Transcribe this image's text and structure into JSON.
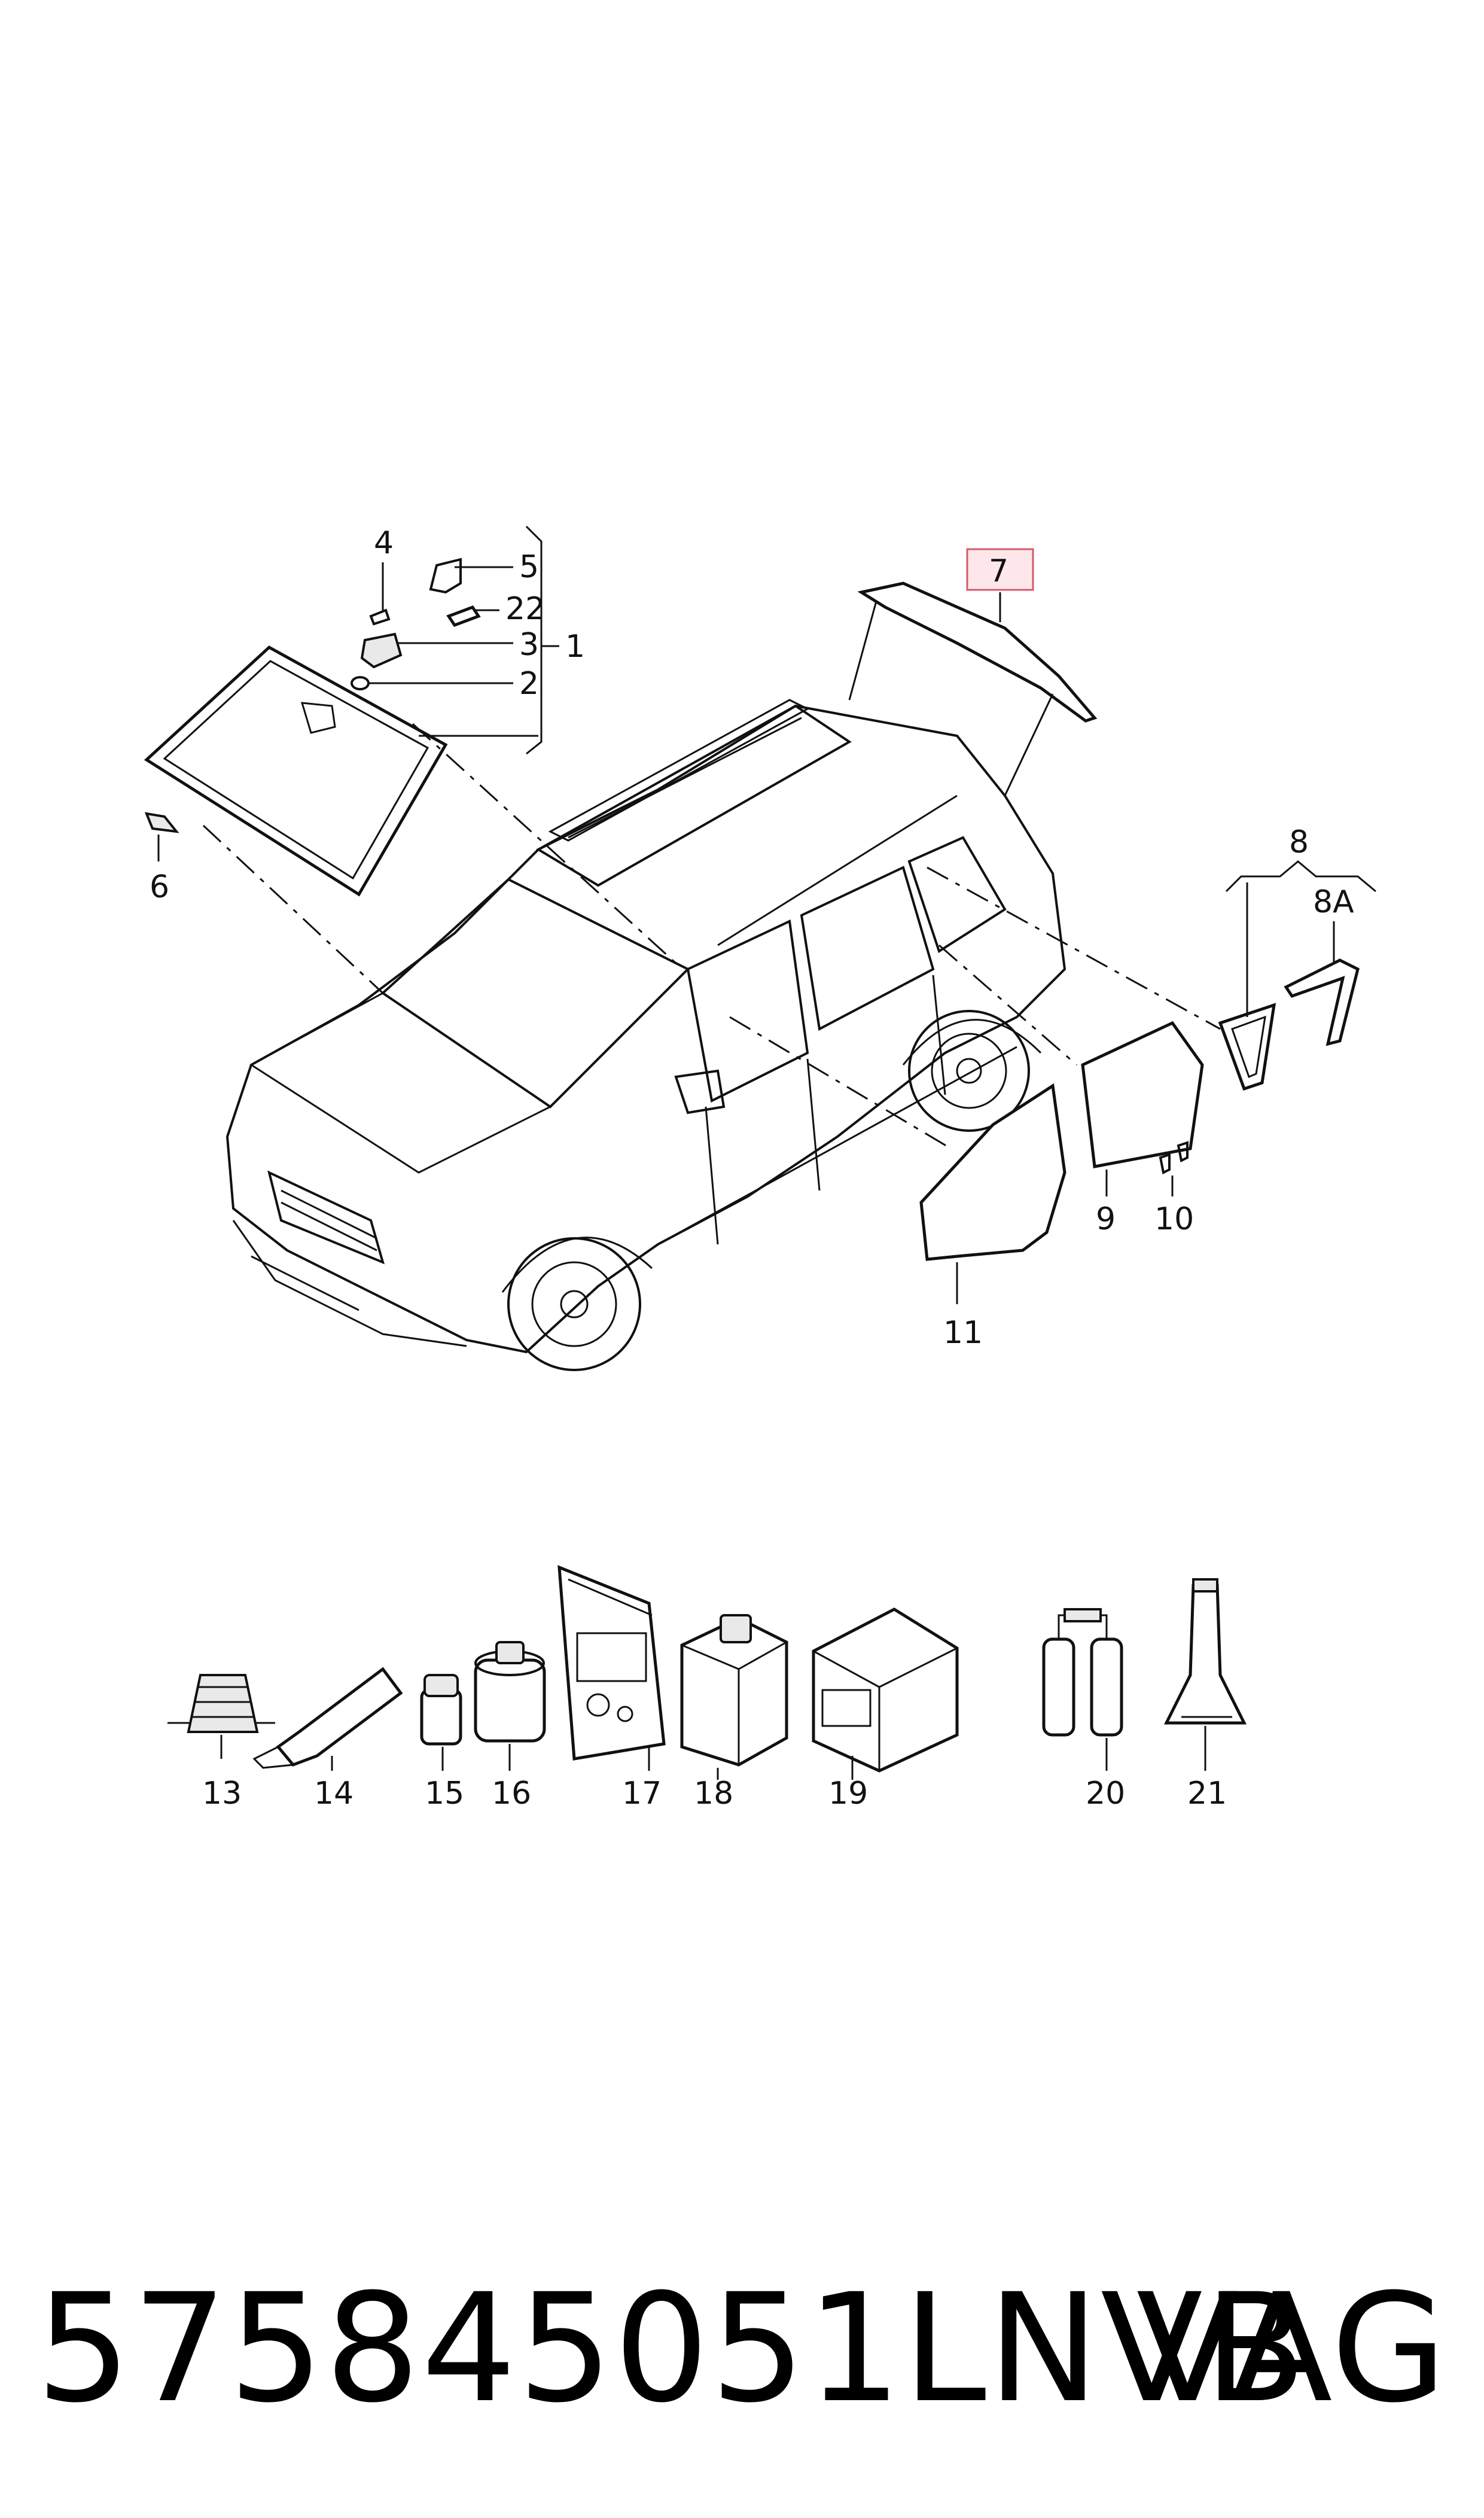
{
  "callouts": {
    "c1": "1",
    "c2": "2",
    "c3": "3",
    "c4": "4",
    "c5": "5",
    "c6": "6",
    "c7": "7",
    "c8": "8",
    "c8a": "8A",
    "c9": "9",
    "c10": "10",
    "c11": "11",
    "c13": "13",
    "c14": "14",
    "c15": "15",
    "c16": "16",
    "c17": "17",
    "c18": "18",
    "c19": "19",
    "c20": "20",
    "c21": "21",
    "c22": "22"
  },
  "highlight": {
    "callout": "7",
    "color": "#d65a6a"
  },
  "footer": {
    "part_number": "575845051LNVB",
    "brand": "VAG"
  }
}
